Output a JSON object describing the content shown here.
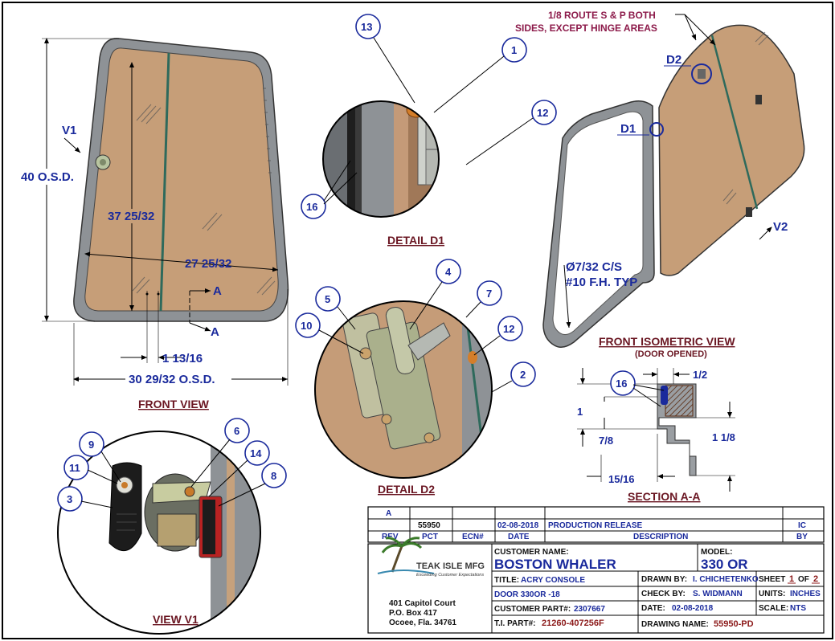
{
  "colors": {
    "dimension": "#1a2a9c",
    "view_label": "#6a1622",
    "note": "#8c1a4a",
    "panel": "#c9a07a",
    "frame": "#8f9296"
  },
  "front_view": {
    "label": "FRONT VIEW",
    "dims": {
      "height": "40 O.S.D.",
      "inner_height": "37 25/32",
      "inner_width": "27 25/32",
      "offset": "1 13/16",
      "width": "30 29/32 O.S.D."
    },
    "view_marker": "V1",
    "section_marker_top": "A",
    "section_marker_bottom": "A"
  },
  "detail_d1": {
    "label": "DETAIL  D1",
    "balloons": [
      "13",
      "1",
      "12",
      "16"
    ]
  },
  "detail_d2": {
    "label": "DETAIL  D2",
    "balloons": [
      "5",
      "4",
      "7",
      "10",
      "12",
      "2"
    ]
  },
  "isometric": {
    "label": "FRONT ISOMETRIC VIEW",
    "sublabel": "(DOOR OPENED)",
    "note_line1": "1/8 ROUTE S & P BOTH",
    "note_line2": "SIDES, EXCEPT HINGE AREAS",
    "d1": "D1",
    "d2": "D2",
    "v2": "V2",
    "fastener_line1": "Ø7/32 C/S",
    "fastener_line2": "#10 F.H. TYP"
  },
  "section_aa": {
    "label": "SECTION A-A",
    "balloon": "16",
    "dims": {
      "top_width": "1/2",
      "height_left": "1",
      "height_78": "7/8",
      "height_right": "1 1/8",
      "bottom_width": "15/16"
    }
  },
  "view_v1": {
    "label": "VIEW V1",
    "balloons": [
      "9",
      "11",
      "3",
      "6",
      "14",
      "8"
    ]
  },
  "revisions": {
    "headers": [
      "REV",
      "PCT",
      "ECN#",
      "DATE",
      "DESCRIPTION",
      "BY"
    ],
    "row_a": "A",
    "row": {
      "pct": "55950",
      "date": "02-08-2018",
      "description": "PRODUCTION RELEASE",
      "by": "IC"
    }
  },
  "title_block": {
    "company": "TEAK ISLE MFG",
    "tagline": "Exceeding Customer Expectations",
    "address_line1": "401 Capitol Court",
    "address_line2": "P.O. Box 417",
    "address_line3": "Ocoee, Fla. 34761",
    "customer_name_label": "CUSTOMER NAME:",
    "customer_name": "BOSTON WHALER",
    "model_label": "MODEL:",
    "model": "330 OR",
    "title_label": "TITLE:",
    "title_line1": "ACRY CONSOLE",
    "title_line2": "DOOR 330OR -18",
    "customer_part_label": "CUSTOMER PART#:",
    "customer_part": "2307667",
    "ti_part_label": "T.I. PART#:",
    "ti_part": "21260-407256F",
    "drawn_by_label": "DRAWN BY:",
    "drawn_by": "I. CHICHETENKO",
    "check_by_label": "CHECK BY:",
    "check_by": "S. WIDMANN",
    "date_label": "DATE:",
    "date": "02-08-2018",
    "drawing_name_label": "DRAWING NAME:",
    "drawing_name": "55950-PD",
    "sheet_label": "SHEET",
    "sheet_num": "1",
    "sheet_of": "OF",
    "sheet_total": "2",
    "units_label": "UNITS:",
    "units": "INCHES",
    "scale_label": "SCALE:",
    "scale": "NTS"
  }
}
